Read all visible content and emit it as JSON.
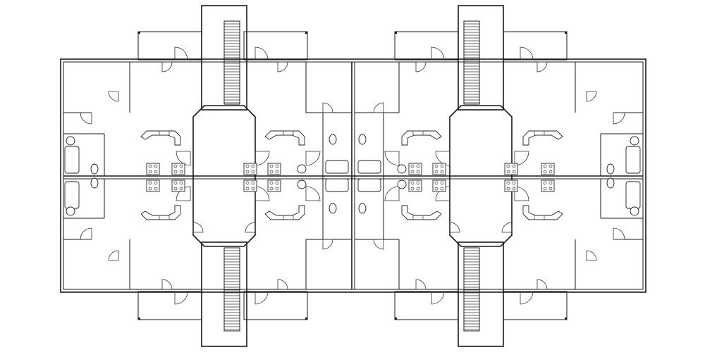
{
  "drawing": {
    "type": "floor-plan",
    "building": "fourplex-mirrored-units",
    "units_count": 8,
    "stairs_count": 4,
    "colors": {
      "line": "#1a1a1a",
      "background": "#ffffff"
    }
  }
}
